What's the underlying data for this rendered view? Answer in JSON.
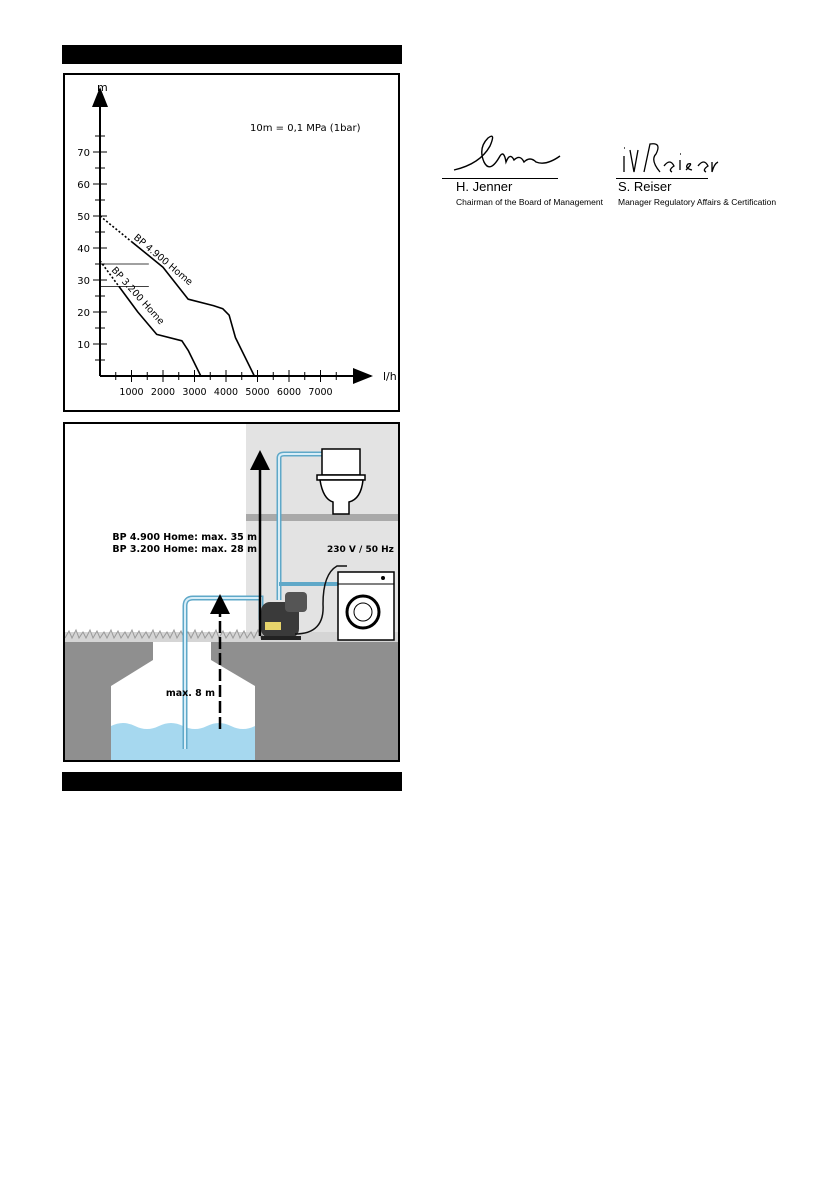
{
  "page": {
    "top_bar": "",
    "bottom_bar": ""
  },
  "chart_data": {
    "type": "line",
    "title": "",
    "note": "10m = 0,1 MPa (1bar)",
    "xlabel": "l/h",
    "ylabel": "m",
    "xlim": [
      0,
      8000
    ],
    "ylim": [
      0,
      80
    ],
    "x_ticks": [
      1000,
      2000,
      3000,
      4000,
      5000,
      6000,
      7000
    ],
    "y_ticks": [
      10,
      20,
      30,
      40,
      50,
      60,
      70
    ],
    "grid": false,
    "series": [
      {
        "name": "BP 4.900 Home",
        "x": [
          0,
          1000,
          2000,
          2800,
          3600,
          3900,
          4100,
          4300,
          4900
        ],
        "y": [
          50,
          42,
          34,
          24,
          22,
          21,
          19,
          12,
          0
        ]
      },
      {
        "name": "BP 3.200 Home",
        "x": [
          0,
          600,
          1200,
          1800,
          2600,
          2800,
          3200
        ],
        "y": [
          36,
          28,
          20,
          13,
          11,
          8,
          0
        ]
      }
    ],
    "reference_lines": [
      {
        "series": "BP 4.900 Home",
        "y": 35
      },
      {
        "series": "BP 3.200 Home",
        "y": 28
      }
    ]
  },
  "installation": {
    "height_label_1": "BP 4.900 Home: max. 35 m",
    "height_label_2": "BP 3.200 Home: max. 28 m",
    "voltage_label": "230 V / 50 Hz",
    "suction_label": "max. 8 m"
  },
  "signatures": [
    {
      "name": "H. Jenner",
      "title": "Chairman of the Board of Management"
    },
    {
      "name": "S. Reiser",
      "title": "Manager Regulatory Affairs & Certification"
    }
  ]
}
